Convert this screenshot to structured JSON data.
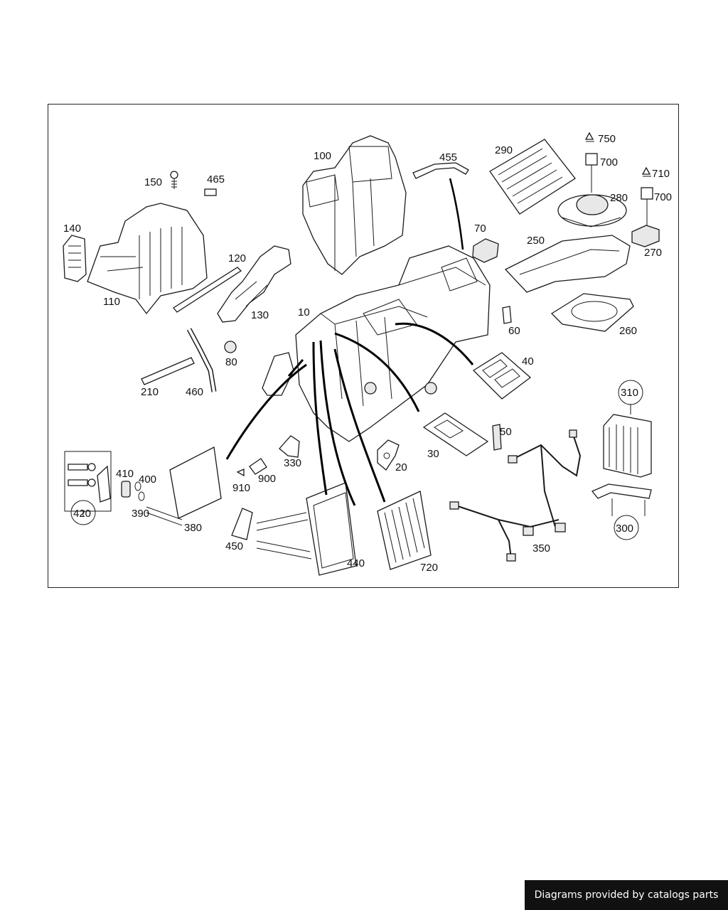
{
  "diagram": {
    "callouts": {
      "c10": "10",
      "c20": "20",
      "c30": "30",
      "c40": "40",
      "c50": "50",
      "c60": "60",
      "c70": "70",
      "c80": "80",
      "c100": "100",
      "c110": "110",
      "c120": "120",
      "c130": "130",
      "c140": "140",
      "c150": "150",
      "c210": "210",
      "c250": "250",
      "c260": "260",
      "c270": "270",
      "c280": "280",
      "c290": "290",
      "c300": "300",
      "c310": "310",
      "c330": "330",
      "c350": "350",
      "c380": "380",
      "c390": "390",
      "c400": "400",
      "c410": "410",
      "c420": "420",
      "c440": "440",
      "c450": "450",
      "c455": "455",
      "c460": "460",
      "c465": "465",
      "c700a": "700",
      "c700b": "700",
      "c710": "710",
      "c720": "720",
      "c750": "750",
      "c900": "900",
      "c910": "910"
    }
  },
  "footer": {
    "text": "Diagrams provided by catalogs parts"
  }
}
